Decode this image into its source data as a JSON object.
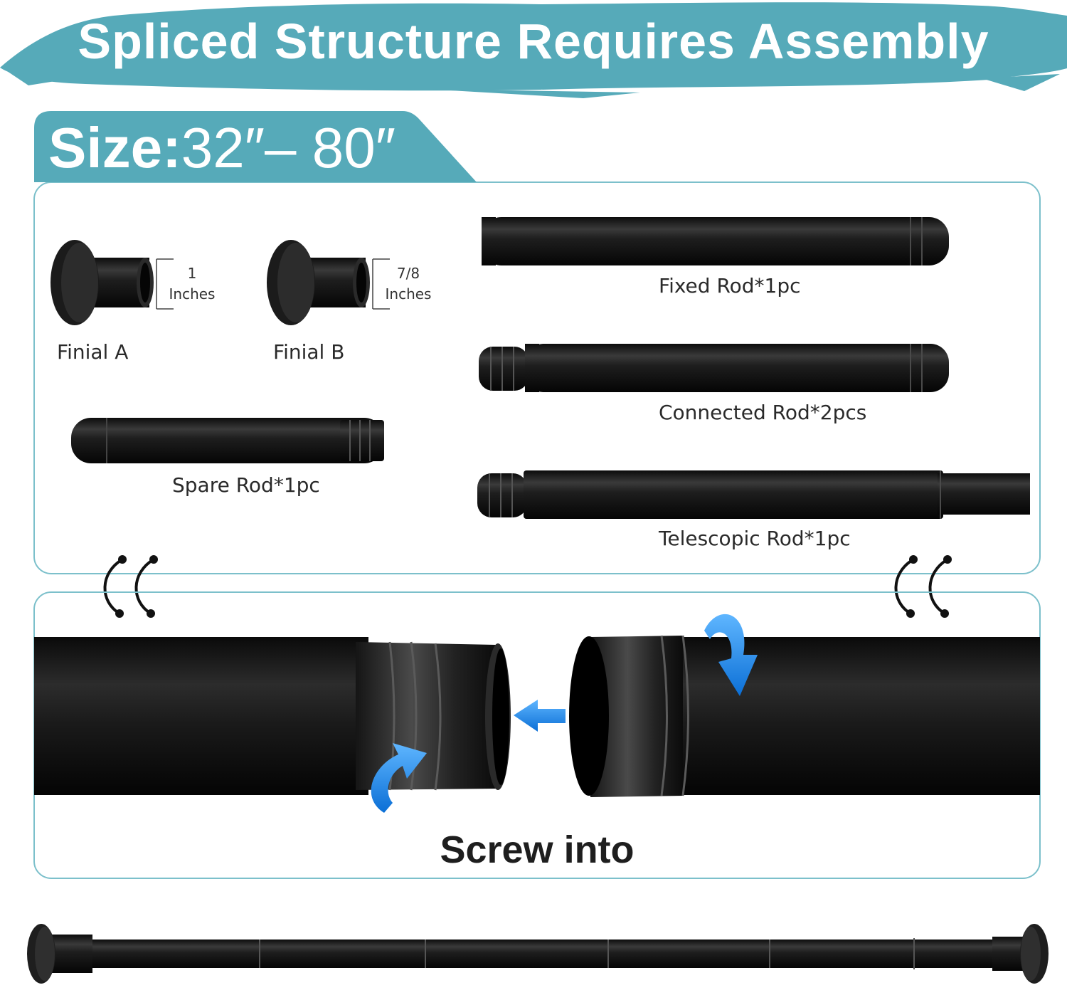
{
  "banner": {
    "title": "Spliced Structure Requires Assembly"
  },
  "size": {
    "label": "Size:",
    "value": "32″– 80″"
  },
  "parts": {
    "finial_a": {
      "name": "Finial A",
      "dim_value": "1",
      "dim_unit": "Inches"
    },
    "finial_b": {
      "name": "Finial B",
      "dim_value": "7/8",
      "dim_unit": "Inches"
    },
    "spare_rod": "Spare Rod*1pc",
    "fixed_rod": "Fixed Rod*1pc",
    "connected_rod": "Connected Rod*2pcs",
    "telescopic_rod": "Telescopic Rod*1pc"
  },
  "assembly": {
    "caption": "Screw into"
  },
  "colors": {
    "teal": "#56aab9",
    "rod": "#1c1c1c",
    "arrow": "#1e88e5",
    "frame": "#7cc0cb"
  },
  "icons": [
    "rotate-arrow-icon",
    "left-arrow-icon",
    "bracket-icon"
  ]
}
